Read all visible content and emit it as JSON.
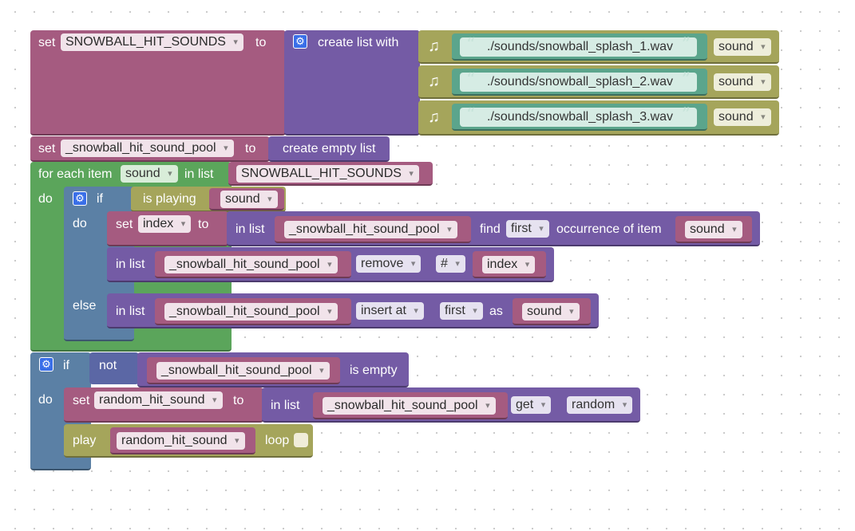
{
  "block1": {
    "set": "set",
    "var": "SNOWBALL_HIT_SOUNDS",
    "to": "to",
    "create": "create list with",
    "items": [
      {
        "path": "./sounds/snowball_splash_1.wav",
        "type": "sound"
      },
      {
        "path": "./sounds/snowball_splash_2.wav",
        "type": "sound"
      },
      {
        "path": "./sounds/snowball_splash_3.wav",
        "type": "sound"
      }
    ]
  },
  "block2": {
    "set": "set",
    "var": "_snowball_hit_sound_pool",
    "to": "to",
    "create": "create empty list"
  },
  "foreach": {
    "label": "for each item",
    "var": "sound",
    "in_list": "in list",
    "list": "SNOWBALL_HIT_SOUNDS",
    "do": "do"
  },
  "if1": {
    "if": "if",
    "is_playing": "is playing",
    "sound": "sound",
    "do": "do",
    "else": "else",
    "set": "set",
    "index_var": "index",
    "to": "to",
    "in_list": "in list",
    "pool": "_snowball_hit_sound_pool",
    "find": "find",
    "first": "first",
    "occurrence": "occurrence of item",
    "item": "sound",
    "remove": "remove",
    "hash": "#",
    "index": "index",
    "insert_at": "insert at",
    "first2": "first",
    "as": "as",
    "as_item": "sound"
  },
  "if2": {
    "if": "if",
    "not": "not",
    "pool": "_snowball_hit_sound_pool",
    "is_empty": "is empty",
    "do": "do",
    "set": "set",
    "var": "random_hit_sound",
    "to": "to",
    "in_list": "in list",
    "pool2": "_snowball_hit_sound_pool",
    "get": "get",
    "random": "random",
    "play": "play",
    "play_var": "random_hit_sound",
    "loop": "loop"
  }
}
